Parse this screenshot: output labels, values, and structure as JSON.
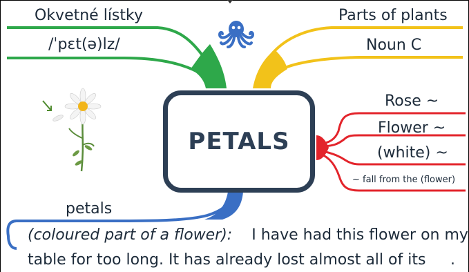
{
  "center": {
    "word": "PETALS"
  },
  "top_left": {
    "translation": "Okvetné lístky",
    "pronunciation": "/ˈpɛt(ə)lz/"
  },
  "top_right": {
    "category": "Parts of plants",
    "grammar": "Noun C"
  },
  "collocations": {
    "item1": "Rose ~",
    "item2": "Flower ~",
    "item3": "(white) ~",
    "item4": "~ fall from the (flower)"
  },
  "bottom": {
    "word": "petals",
    "definition": "(coloured part of a flower):",
    "example_part1": "I have had this flower on my",
    "example_part2": "table for too long. It has already lost almost all of its",
    "example_blank_end": "."
  },
  "colors": {
    "green": "#2ea84a",
    "yellow": "#f2c21a",
    "red": "#e3242b",
    "blue": "#3a6fc4",
    "box_border": "#2d3f55",
    "octopus": "#3a6fc4"
  },
  "icons": {
    "octopus": "octopus-logo-icon",
    "flower": "daisy-flower-icon"
  }
}
